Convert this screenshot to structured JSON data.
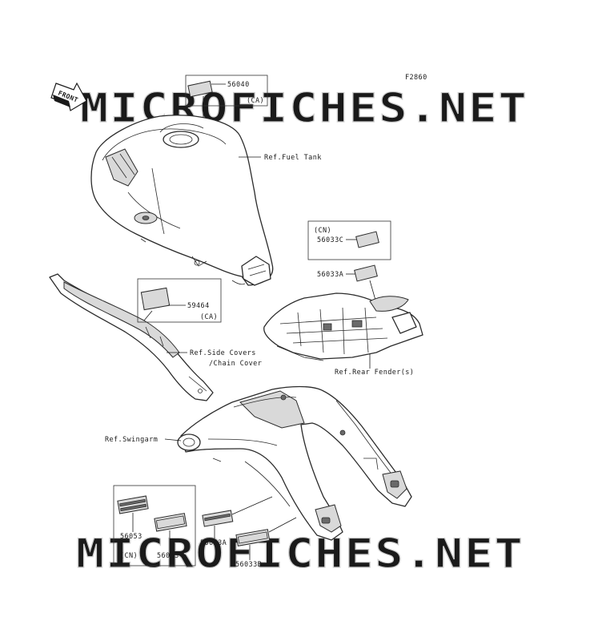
{
  "figure_code": "F2860",
  "front_arrow": "FRONT",
  "watermark": "MICROFICHES.NET",
  "labels": {
    "p56040": "56040",
    "p56040_note": "(CA)",
    "fuel_tank": "Ref.Fuel Tank",
    "cn_note": "(CN)",
    "p56033C": "56033C",
    "p56033A": "56033A",
    "p59464": "59464",
    "p59464_note": "(CA)",
    "side_covers_1": "Ref.Side Covers",
    "side_covers_2": "/Chain Cover",
    "rear_fender": "Ref.Rear Fender(s)",
    "swingarm": "Ref.Swingarm",
    "p56053": "56053",
    "p56053_note": "(CN)",
    "p56033": "56033",
    "p56053A": "56053A",
    "p56033B": "56033B"
  }
}
